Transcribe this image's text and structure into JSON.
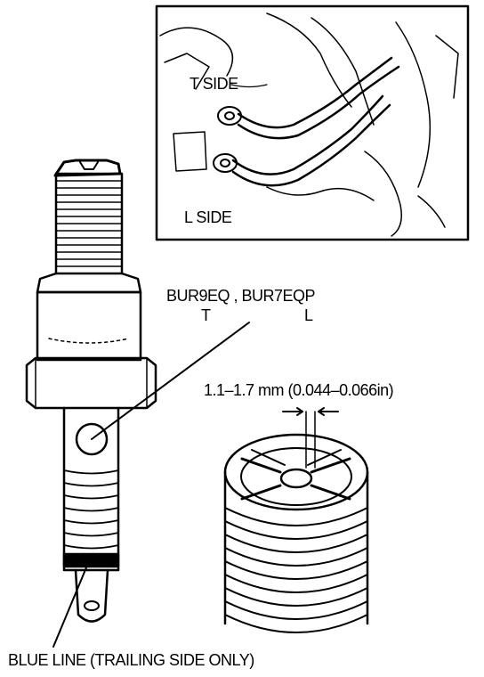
{
  "inset": {
    "t_side_label": "T SIDE",
    "l_side_label": "L SIDE"
  },
  "plug": {
    "models_line": "BUR9EQ , BUR7EQP",
    "t_label": "T",
    "l_label": "L",
    "blue_line_label": "BLUE LINE (TRAILING SIDE ONLY)"
  },
  "gap": {
    "spec_label": "1.1–1.7 mm (0.044–0.066in)"
  }
}
